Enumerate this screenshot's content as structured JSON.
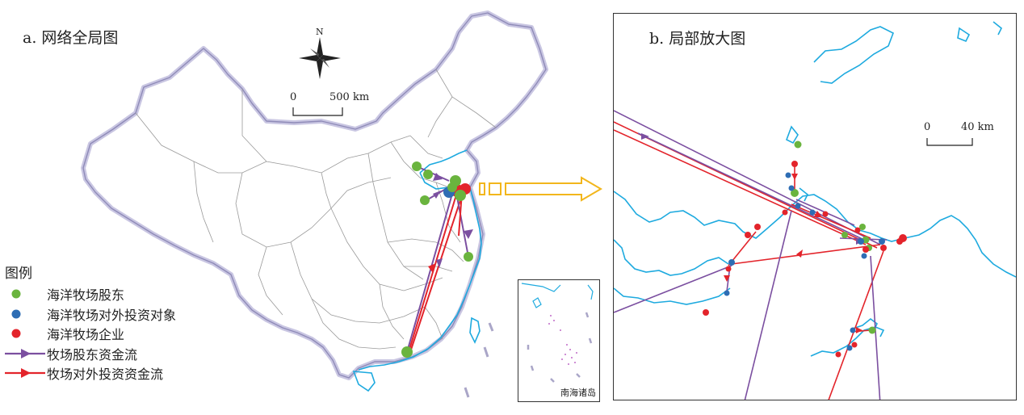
{
  "panels": {
    "a_title": "a. 网络全局图",
    "b_title": "b. 局部放大图"
  },
  "compass": {
    "label": "N",
    "icon": "north-arrow-icon"
  },
  "scale_a": {
    "zero": "0",
    "value": "500 km"
  },
  "scale_b": {
    "zero": "0",
    "value": "40 km"
  },
  "inset": {
    "label": "南海诸岛"
  },
  "legend": {
    "title": "图例",
    "items": [
      {
        "label": "海洋牧场股东",
        "type": "point",
        "color": "#6ab43e"
      },
      {
        "label": "海洋牧场对外投资对象",
        "type": "point",
        "color": "#2e6db4"
      },
      {
        "label": "海洋牧场企业",
        "type": "point",
        "color": "#e3242b"
      },
      {
        "label": "牧场股东资金流",
        "type": "arrow",
        "color": "#7b4fa0"
      },
      {
        "label": "牧场对外投资资金流",
        "type": "arrow",
        "color": "#e3242b"
      }
    ]
  },
  "colors": {
    "shareholder": "#6ab43e",
    "investment_target": "#2e6db4",
    "enterprise": "#e3242b",
    "shareholder_flow": "#7b4fa0",
    "investment_flow": "#e3242b",
    "coast": "#1eaadf",
    "boundary": "#b9b4d6",
    "province": "#8a8a8a",
    "zoom_arrow": "#f2b61c"
  }
}
